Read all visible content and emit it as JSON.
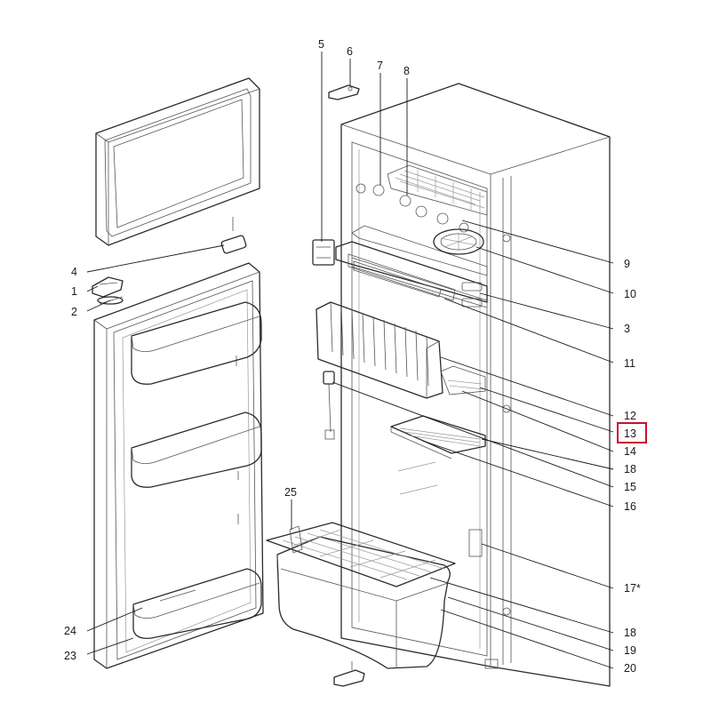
{
  "highlight_color": "#c8102e",
  "callouts": [
    {
      "id": "4",
      "text": "4"
    },
    {
      "id": "1",
      "text": "1"
    },
    {
      "id": "2",
      "text": "2"
    },
    {
      "id": "24",
      "text": "24"
    },
    {
      "id": "23",
      "text": "23"
    },
    {
      "id": "5",
      "text": "5"
    },
    {
      "id": "6",
      "text": "6"
    },
    {
      "id": "7",
      "text": "7"
    },
    {
      "id": "8",
      "text": "8"
    },
    {
      "id": "25",
      "text": "25"
    },
    {
      "id": "9",
      "text": "9"
    },
    {
      "id": "10",
      "text": "10"
    },
    {
      "id": "3",
      "text": "3"
    },
    {
      "id": "11",
      "text": "11"
    },
    {
      "id": "12",
      "text": "12"
    },
    {
      "id": "13",
      "text": "13",
      "highlighted": true
    },
    {
      "id": "14",
      "text": "14"
    },
    {
      "id": "18a",
      "text": "18"
    },
    {
      "id": "15",
      "text": "15"
    },
    {
      "id": "16",
      "text": "16"
    },
    {
      "id": "17",
      "text": "17*"
    },
    {
      "id": "18b",
      "text": "18"
    },
    {
      "id": "19",
      "text": "19"
    },
    {
      "id": "20",
      "text": "20"
    }
  ]
}
